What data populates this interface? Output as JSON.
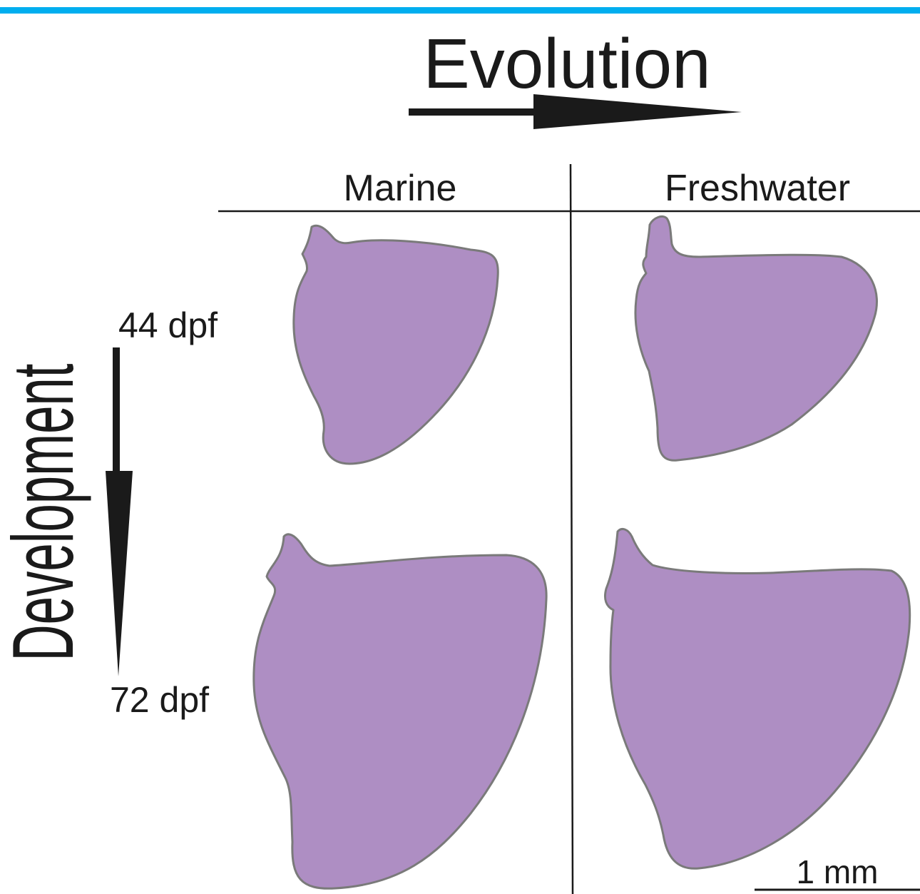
{
  "figure": {
    "evolution_label": "Evolution",
    "development_label": "Development",
    "columns": {
      "marine": "Marine",
      "freshwater": "Freshwater"
    },
    "rows": {
      "early": "44 dpf",
      "late": "72 dpf"
    },
    "scale_bar_label": "1 mm",
    "colors": {
      "top_rule": "#00aeef",
      "shape_fill": "#ae8ec3",
      "shape_stroke": "#7a7a7a",
      "ink": "#1a1a1a"
    }
  }
}
